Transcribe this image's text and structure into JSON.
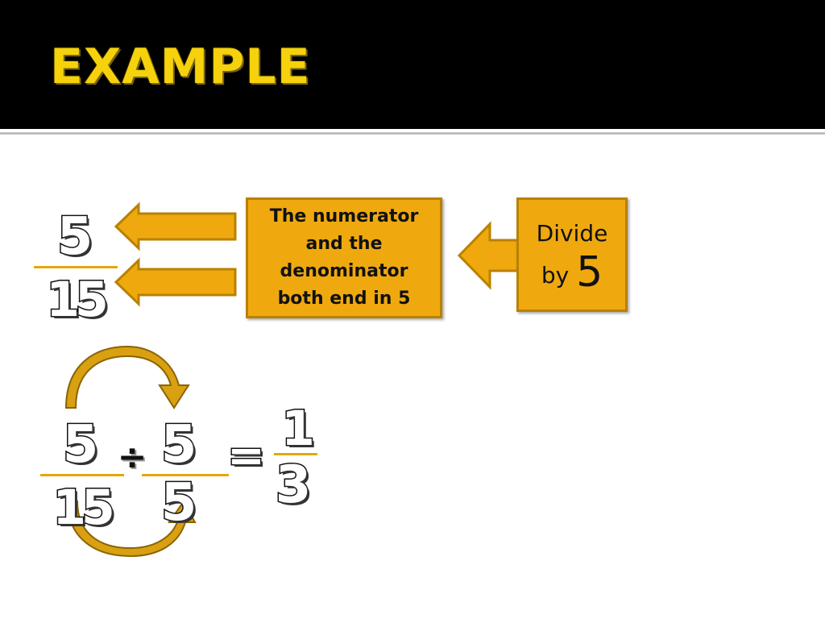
{
  "slide": {
    "title": "EXAMPLE"
  },
  "first_fraction": {
    "numerator": "5",
    "denominator": "15"
  },
  "callouts": {
    "explanation": "The numerator and the denominator both end in 5",
    "divide_text": "Divide by",
    "divide_number": "5"
  },
  "equation": {
    "left_numerator": "5",
    "left_denominator": "15",
    "operator": "÷",
    "divisor_numerator": "5",
    "divisor_denominator": "5",
    "equals": "=",
    "result_numerator": "1",
    "result_denominator": "3"
  },
  "colors": {
    "header_background": "#000000",
    "title_color": "#f5d20c",
    "callout_fill": "#efa90f",
    "callout_border": "#b98100",
    "fraction_line": "#e2a90c"
  },
  "icons": {
    "arrow_to_numerator": "left-arrow-icon",
    "arrow_to_denominator": "left-arrow-icon",
    "arrow_from_divide_box": "left-arrow-icon",
    "curved_arrow_top": "curved-arrow-icon",
    "curved_arrow_bottom": "curved-arrow-icon"
  }
}
